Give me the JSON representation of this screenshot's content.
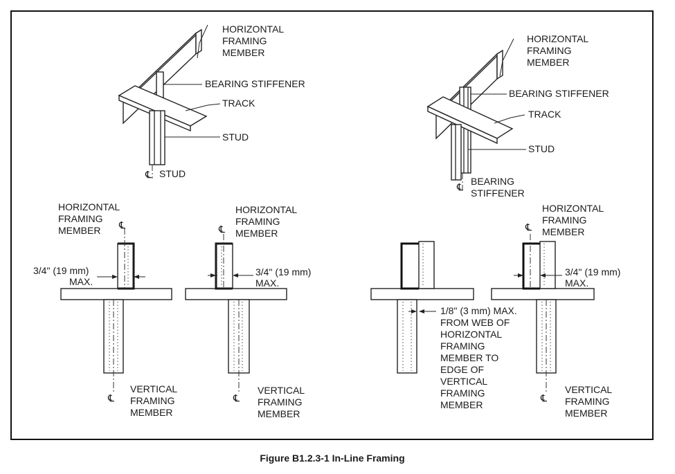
{
  "figure": {
    "iso_left": {
      "horizontal_member": [
        "HORIZONTAL",
        "FRAMING",
        "MEMBER"
      ],
      "bearing_stiffener": "BEARING STIFFENER",
      "track": "TRACK",
      "stud": "STUD",
      "cl_stud": "STUD"
    },
    "iso_right": {
      "horizontal_member": [
        "HORIZONTAL",
        "FRAMING",
        "MEMBER"
      ],
      "bearing_stiffener": "BEARING STIFFENER",
      "track": "TRACK",
      "stud": "STUD",
      "cl_bearing_stiffener": [
        "BEARING",
        "STIFFENER"
      ]
    },
    "section_1": {
      "horizontal_member": [
        "HORIZONTAL",
        "FRAMING",
        "MEMBER"
      ],
      "dimension": [
        "3/4\" (19 mm)",
        "MAX."
      ],
      "vertical_member": [
        "VERTICAL",
        "FRAMING",
        "MEMBER"
      ]
    },
    "section_2": {
      "horizontal_member": [
        "HORIZONTAL",
        "FRAMING",
        "MEMBER"
      ],
      "dimension": [
        "3/4\" (19 mm)",
        "MAX."
      ],
      "vertical_member": [
        "VERTICAL",
        "FRAMING",
        "MEMBER"
      ]
    },
    "section_3": {
      "note": [
        "1/8\" (3 mm) MAX.",
        "FROM WEB OF",
        "HORIZONTAL",
        "FRAMING",
        "MEMBER TO",
        "EDGE OF",
        "VERTICAL",
        "FRAMING",
        "MEMBER"
      ]
    },
    "section_4": {
      "horizontal_member": [
        "HORIZONTAL",
        "FRAMING",
        "MEMBER"
      ],
      "dimension": [
        "3/4\" (19 mm)",
        "MAX."
      ],
      "vertical_member": [
        "VERTICAL",
        "FRAMING",
        "MEMBER"
      ]
    },
    "centerline_symbol": "℄"
  },
  "caption": "Figure B1.2.3-1  In-Line Framing"
}
